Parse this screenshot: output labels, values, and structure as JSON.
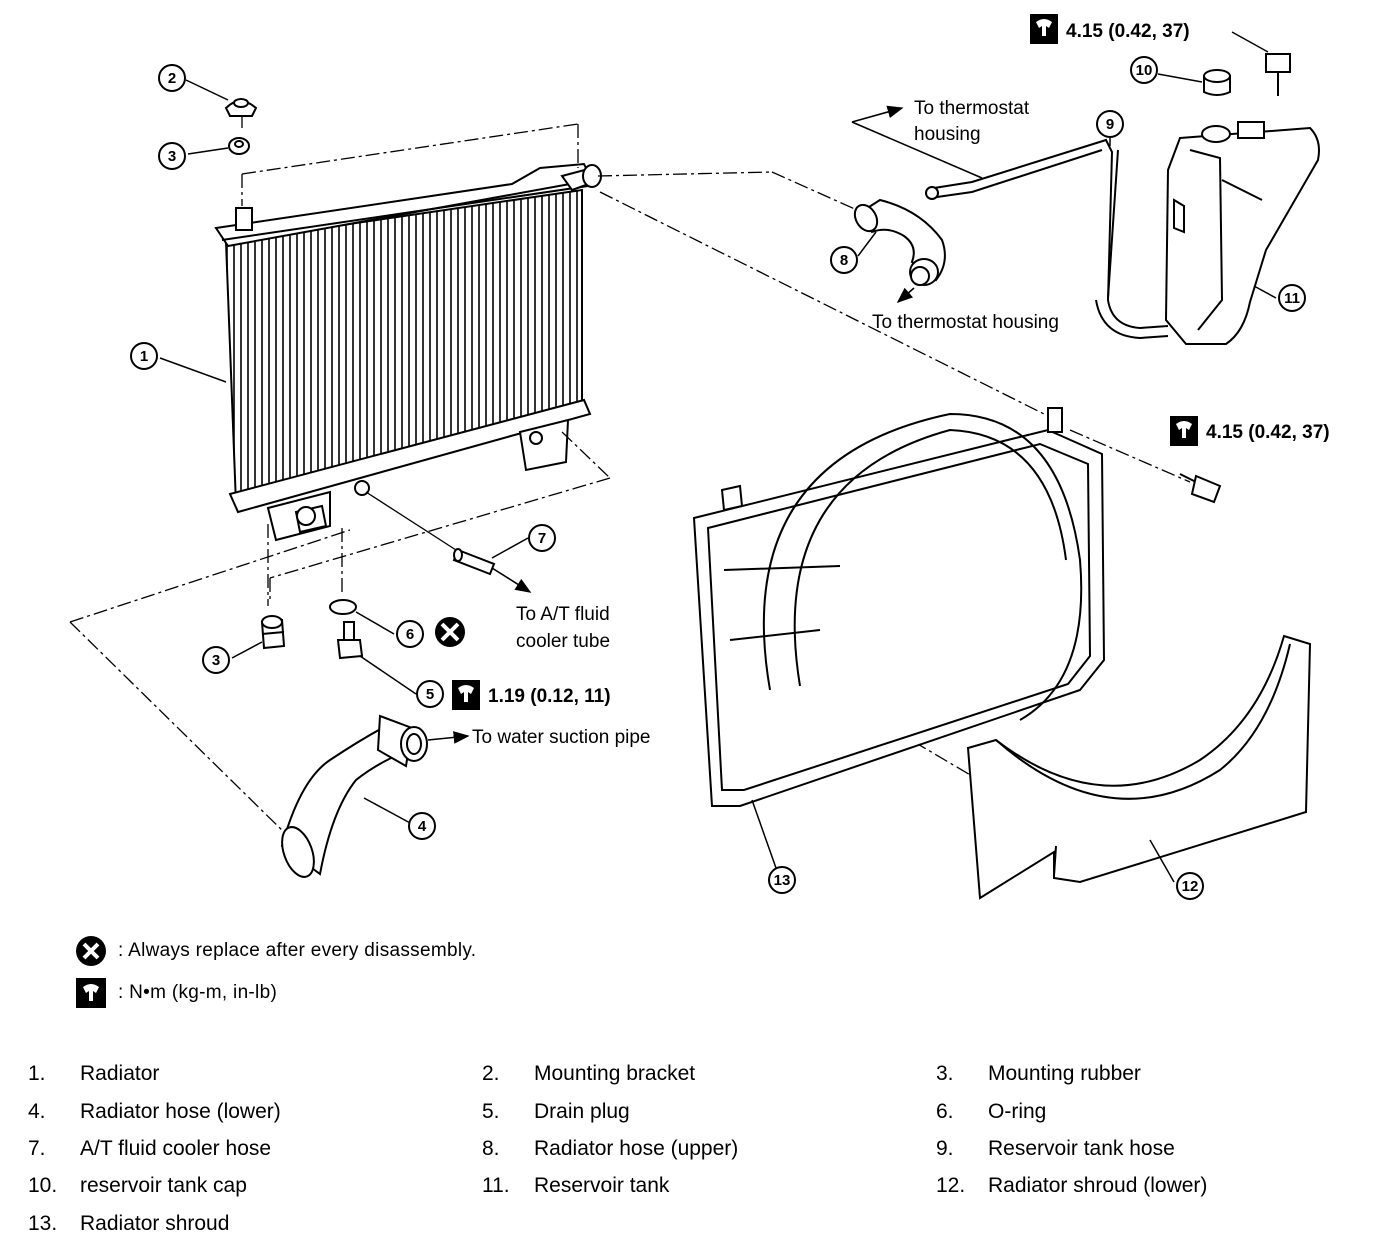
{
  "callouts": {
    "c1": "1",
    "c2": "2",
    "c3a": "3",
    "c3b": "3",
    "c4": "4",
    "c5": "5",
    "c6": "6",
    "c7": "7",
    "c8": "8",
    "c9": "9",
    "c10": "10",
    "c11": "11",
    "c12": "12",
    "c13": "13"
  },
  "torques": {
    "reservoir_bolt": "4.15 (0.42, 37)",
    "shroud_bolt": "4.15 (0.42, 37)",
    "drain_plug": "1.19 (0.12, 11)"
  },
  "annotations": {
    "to_thermostat_housing_line1": "To thermostat",
    "to_thermostat_housing_line2": "housing",
    "to_thermostat_housing_full": "To thermostat housing",
    "to_at_fluid_line1": "To A/T fluid",
    "to_at_fluid_line2": "cooler tube",
    "to_water_suction": "To water suction pipe"
  },
  "legend": {
    "replace": ": Always replace after every disassembly.",
    "torque": ":  N•m  (kg-m,  in-lb)"
  },
  "parts": [
    {
      "num": "1.",
      "name": "Radiator"
    },
    {
      "num": "2.",
      "name": "Mounting bracket"
    },
    {
      "num": "3.",
      "name": "Mounting rubber"
    },
    {
      "num": "4.",
      "name": "Radiator hose (lower)"
    },
    {
      "num": "5.",
      "name": "Drain plug"
    },
    {
      "num": "6.",
      "name": "O-ring"
    },
    {
      "num": "7.",
      "name": "A/T fluid cooler hose"
    },
    {
      "num": "8.",
      "name": "Radiator hose (upper)"
    },
    {
      "num": "9.",
      "name": "Reservoir tank hose"
    },
    {
      "num": "10.",
      "name": "reservoir tank cap"
    },
    {
      "num": "11.",
      "name": "Reservoir tank"
    },
    {
      "num": "12.",
      "name": "Radiator shroud (lower)"
    },
    {
      "num": "13.",
      "name": "Radiator shroud"
    }
  ]
}
